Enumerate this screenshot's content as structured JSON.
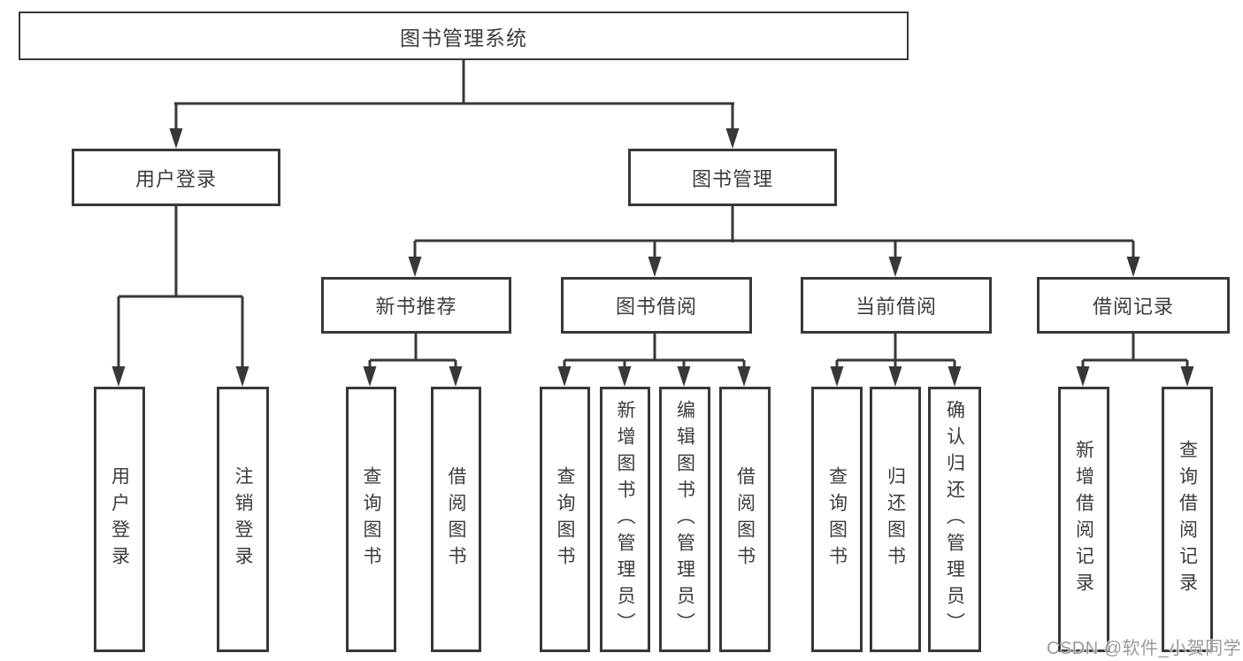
{
  "diagram": {
    "type": "hierarchy-tree",
    "colors": {
      "line": "#383838",
      "box_border": "#383838",
      "box_background": "#ffffff",
      "text": "#3c3c3c",
      "watermark": "#919191",
      "background": "#ffffff"
    },
    "nodes": {
      "root": {
        "label": "图书管理系统"
      },
      "user_login": {
        "label": "用户登录"
      },
      "book_management": {
        "label": "图书管理"
      },
      "new_book_recommend": {
        "label": "新书推荐"
      },
      "book_borrow": {
        "label": "图书借阅"
      },
      "current_borrow": {
        "label": "当前借阅"
      },
      "borrow_records": {
        "label": "借阅记录"
      },
      "leaf_user_login": {
        "label": "用户登录"
      },
      "leaf_logout": {
        "label": "注销登录"
      },
      "leaf_nbr_query": {
        "label": "查询图书"
      },
      "leaf_nbr_borrow": {
        "label": "借阅图书"
      },
      "leaf_bb_query": {
        "label": "查询图书"
      },
      "leaf_bb_add": {
        "label": "新增图书（管理员）"
      },
      "leaf_bb_edit": {
        "label": "编辑图书（管理员）"
      },
      "leaf_bb_borrow": {
        "label": "借阅图书"
      },
      "leaf_cb_query": {
        "label": "查询图书"
      },
      "leaf_cb_return": {
        "label": "归还图书"
      },
      "leaf_cb_confirm": {
        "label": "确认归还（管理员）"
      },
      "leaf_br_add": {
        "label": "新增借阅记录"
      },
      "leaf_br_query": {
        "label": "查询借阅记录"
      }
    },
    "tree": {
      "图书管理系统": {
        "用户登录": [
          "用户登录",
          "注销登录"
        ],
        "图书管理": {
          "新书推荐": [
            "查询图书",
            "借阅图书"
          ],
          "图书借阅": [
            "查询图书",
            "新增图书（管理员）",
            "编辑图书（管理员）",
            "借阅图书"
          ],
          "当前借阅": [
            "查询图书",
            "归还图书",
            "确认归还（管理员）"
          ],
          "借阅记录": [
            "新增借阅记录",
            "查询借阅记录"
          ]
        }
      }
    },
    "watermark": {
      "text": "CSDN @软件_小贺同学"
    }
  }
}
